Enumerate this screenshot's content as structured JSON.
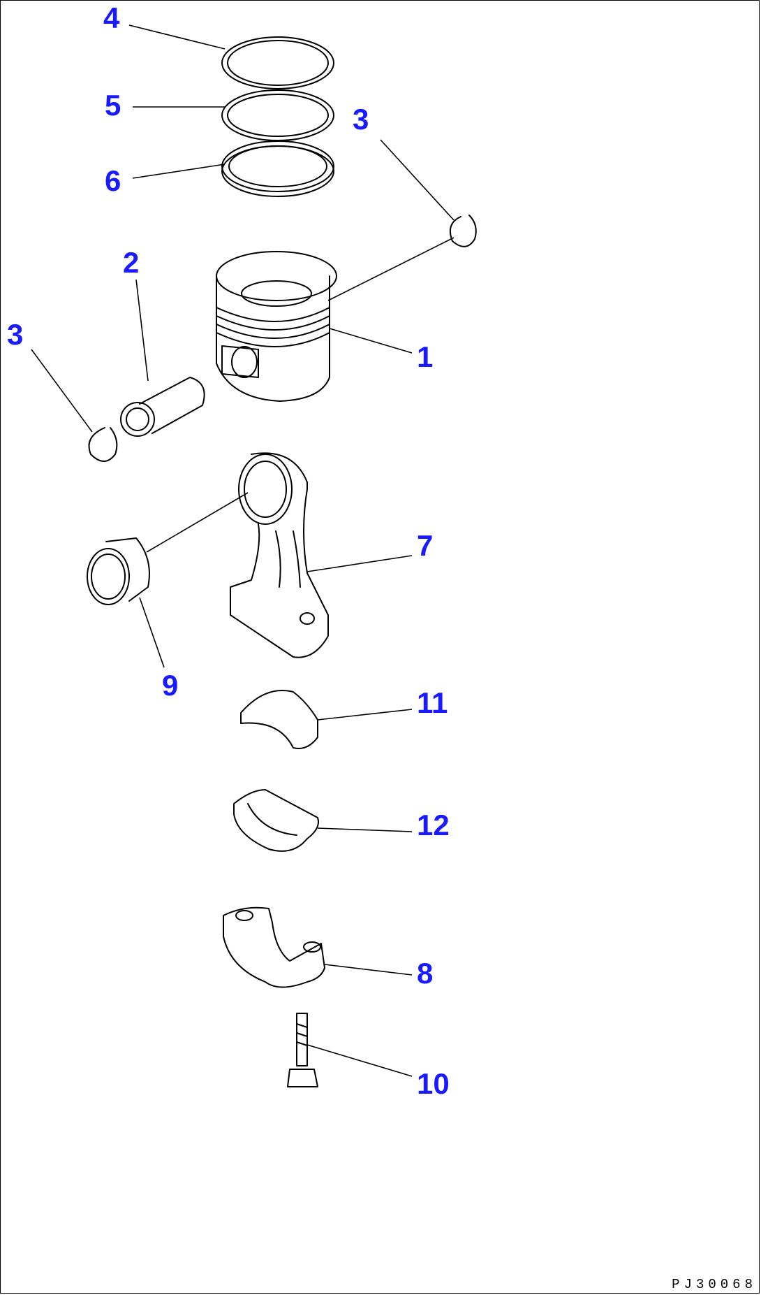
{
  "callouts": {
    "c1": "1",
    "c2": "2",
    "c3_right": "3",
    "c3_left": "3",
    "c4": "4",
    "c5": "5",
    "c6": "6",
    "c7": "7",
    "c8": "8",
    "c9": "9",
    "c10": "10",
    "c11": "11",
    "c12": "12"
  },
  "drawing_code": "PJ30068",
  "colors": {
    "callout": "#1a1aff",
    "line": "#000000"
  }
}
